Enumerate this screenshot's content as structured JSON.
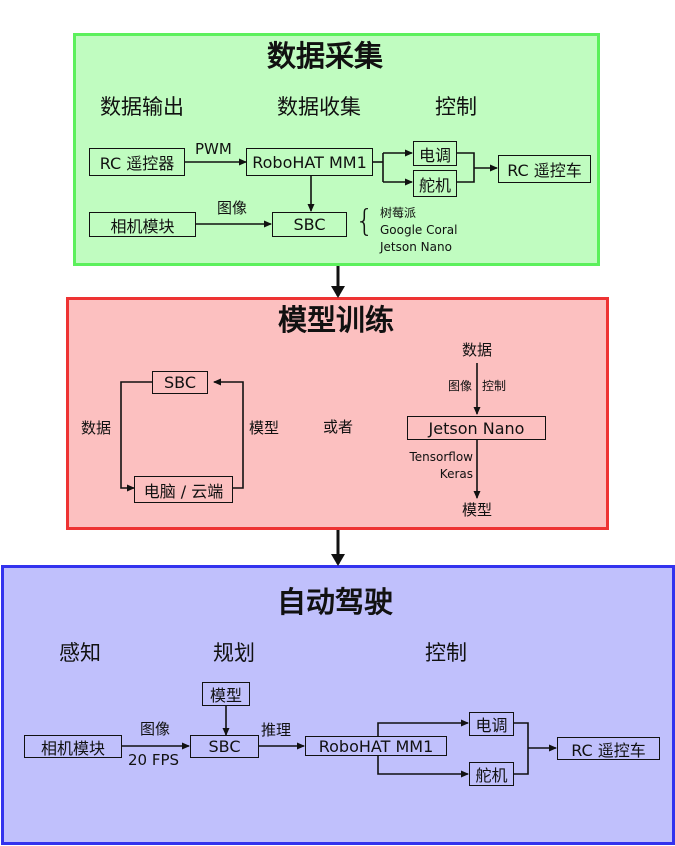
{
  "sections": {
    "data_collection": {
      "title": "数据采集",
      "color_fill": "#c0fcc0",
      "color_border": "#5cf05c",
      "headings": [
        "数据输出",
        "数据收集",
        "控制"
      ],
      "nodes": {
        "rc_remote": "RC 遥控器",
        "robohat": "RoboHAT MM1",
        "esc": "电调",
        "servo": "舵机",
        "rc_car": "RC  遥控车",
        "camera": "相机模块",
        "sbc": "SBC"
      },
      "edge_labels": {
        "pwm": "PWM",
        "image": "图像"
      },
      "sbc_options_brace": "{",
      "sbc_options": [
        "树莓派",
        "Google Coral",
        "Jetson Nano"
      ]
    },
    "model_training": {
      "title": "模型训练",
      "color_fill": "#fcc0c0",
      "color_border": "#ee3333",
      "left_loop": {
        "sbc": "SBC",
        "pc_cloud": "电脑 / 云端",
        "data_label": "数据",
        "model_label": "模型"
      },
      "or_label": "或者",
      "right_flow": {
        "input": "数据",
        "input_labels": [
          "图像",
          "控制"
        ],
        "device": "Jetson Nano",
        "frameworks": [
          "Tensorflow",
          "Keras"
        ],
        "output": "模型"
      }
    },
    "autonomous_driving": {
      "title": "自动驾驶",
      "color_fill": "#c0c0fc",
      "color_border": "#3333ee",
      "headings": [
        "感知",
        "规划",
        "控制"
      ],
      "nodes": {
        "camera": "相机模块",
        "model": "模型",
        "sbc": "SBC",
        "robohat": "RoboHAT MM1",
        "esc": "电调",
        "servo": "舵机",
        "rc_car": "RC  遥控车"
      },
      "edge_labels": {
        "image": "图像",
        "fps": "20 FPS",
        "inference": "推理"
      }
    }
  }
}
